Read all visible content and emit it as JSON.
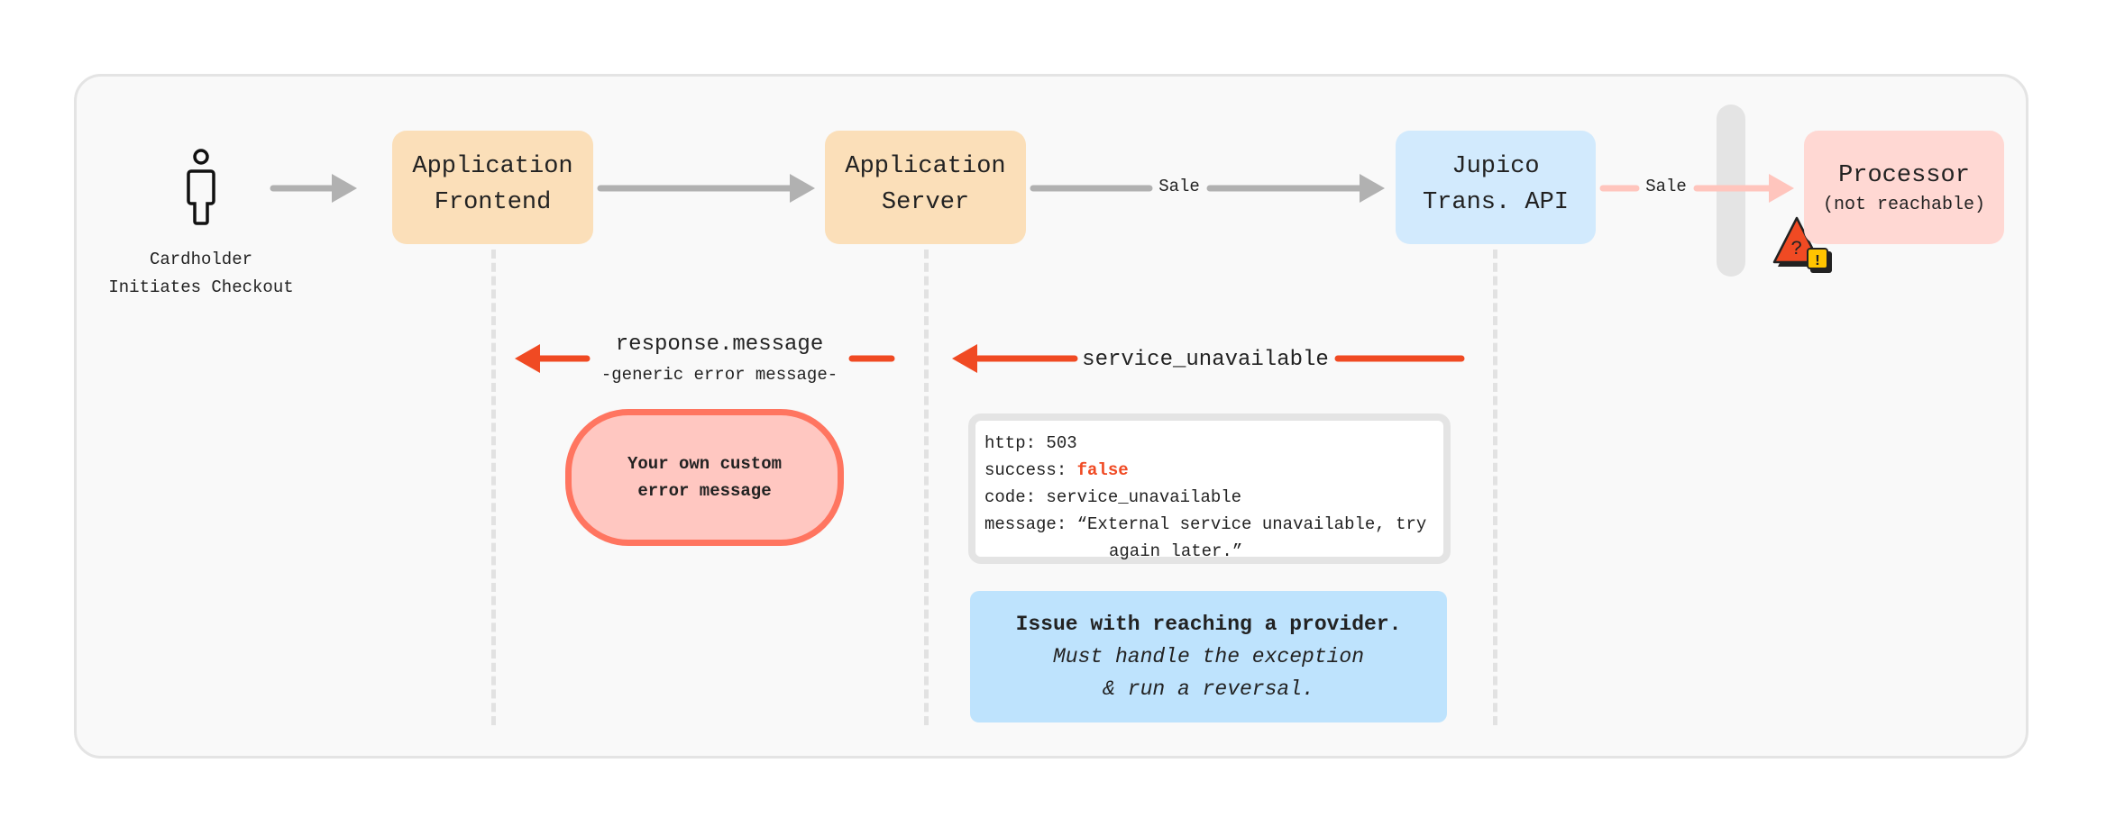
{
  "actor": {
    "icon": "person-icon",
    "caption_line1": "Cardholder",
    "caption_line2": "Initiates Checkout"
  },
  "nodes": {
    "frontend": {
      "line1": "Application",
      "line2": "Frontend",
      "color": "#fbdfb9"
    },
    "server": {
      "line1": "Application",
      "line2": "Server",
      "color": "#fbdfb9"
    },
    "jupico": {
      "line1": "Jupico",
      "line2": "Trans. API",
      "color": "#d2eafd"
    },
    "processor": {
      "line1": "Processor",
      "line2": "(not reachable)",
      "color": "#ffd8d3",
      "badge_icon": "warning-question-icon"
    }
  },
  "arrows": {
    "server_to_jupico_label": "Sale",
    "jupico_to_processor_label": "Sale",
    "response_label": "response.message",
    "response_sublabel": "-generic error message-",
    "error_label": "service_unavailable"
  },
  "custom_error": {
    "line1": "Your own custom",
    "line2": "error message"
  },
  "response_body": {
    "http_key": "http:",
    "http_value": "503",
    "success_key": "success:",
    "success_value": "false",
    "code_key": "code:",
    "code_value": "service_unavailable",
    "message_key": "message:",
    "message_value_line1": "“External service unavailable, try",
    "message_value_line2": "again later.”"
  },
  "note": {
    "line1": "Issue with reaching a provider.",
    "line2": "Must handle the exception",
    "line3": "& run a reversal."
  },
  "colors": {
    "flow_arrow": "#b1b1b1",
    "failed_arrow": "#ffc5bd",
    "error_arrow": "#f04a23",
    "accent_false": "#f04a23"
  }
}
